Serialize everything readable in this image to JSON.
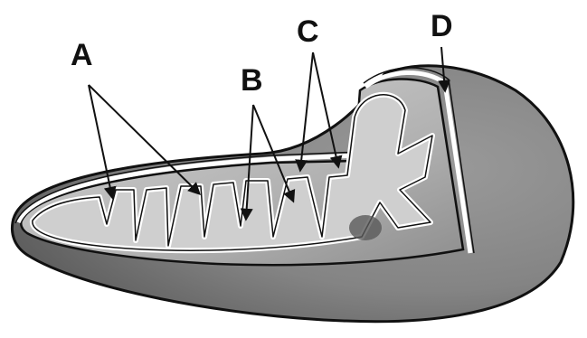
{
  "labels": {
    "a": "A",
    "b": "B",
    "c": "C",
    "d": "D"
  },
  "colors": {
    "outer_membrane": "#858585",
    "outer_membrane_dark": "#6f6f6f",
    "intermembrane_line": "#ffffff",
    "matrix": "#bdbdbd",
    "matrix_dark": "#9c9c9c",
    "cristae_fill": "#f4f4f4",
    "outline": "#111111"
  },
  "icons": {
    "arrows": "arrow-pointer",
    "body": "mitochondrion-cutaway"
  }
}
